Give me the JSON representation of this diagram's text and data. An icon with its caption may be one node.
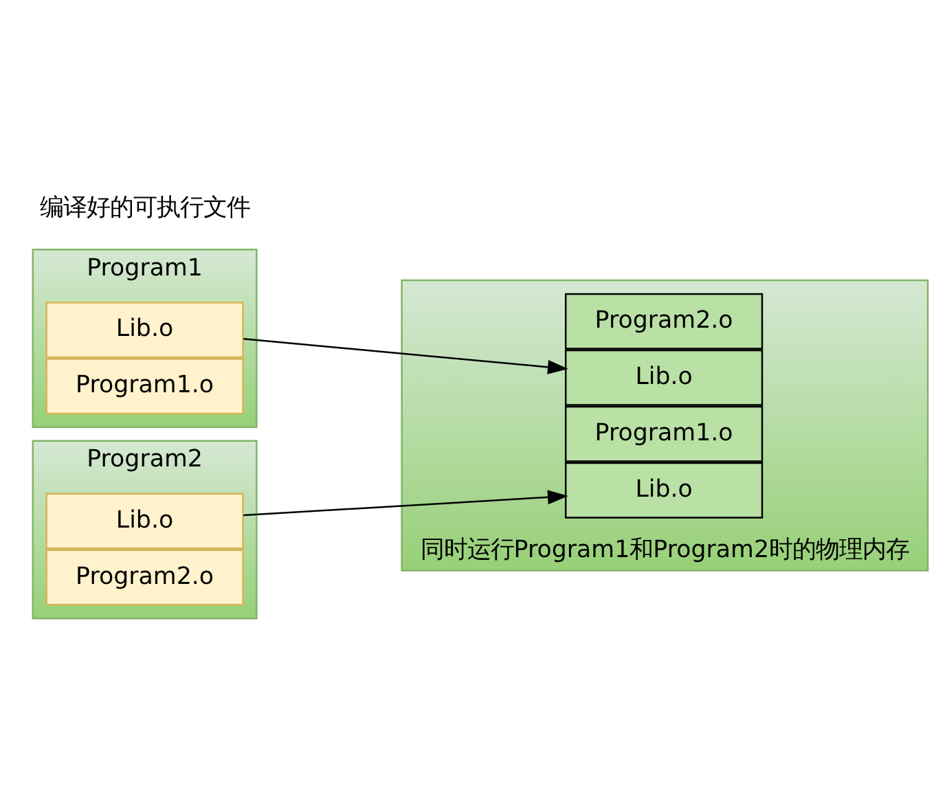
{
  "diagram": {
    "nodes": [
      {
        "text": [
          "Program1"
        ]
      },
      {
        "text": [
          "Program1.o"
        ],
        "in": 0
      },
      {
        "text": [
          "Lib.o"
        ],
        "in": 0
      },
      {
        "text": [
          "Program2"
        ]
      },
      {
        "text": [
          "Program2.o"
        ],
        "in": 3
      },
      {
        "text": [
          "Lib.o"
        ],
        "in": 3
      },
      {
        "text": [],
        "shape": "bar",
        "beside": [
          "同时运行Program1和Program2时的物理内存"
        ]
      },
      {
        "text": [
          "Lib.o"
        ],
        "in": 6
      },
      {
        "text": [
          "Program1.o"
        ],
        "in": 6
      },
      {
        "text": [
          "Lib.o"
        ],
        "in": 6
      },
      {
        "text": [
          "Program2.o"
        ],
        "in": 6
      }
    ],
    "edges": [
      {
        "from": 2,
        "to": 7,
        "arrow": "to"
      },
      {
        "from": 5,
        "to": 9,
        "arrow": "to"
      }
    ],
    "labels": [
      "编译好的可执行文件"
    ]
  }
}
